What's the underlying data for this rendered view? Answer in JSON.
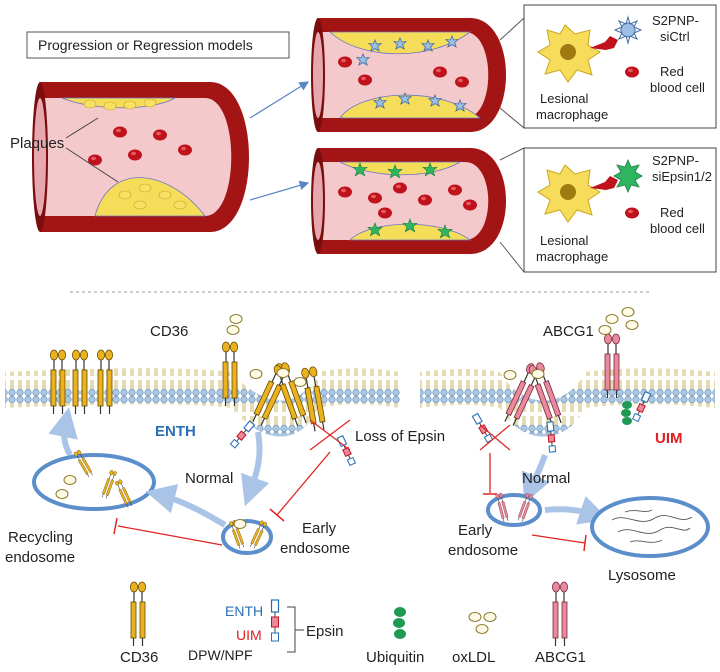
{
  "top": {
    "models_label": "Progression or Regression models",
    "plaques_label": "Plaques",
    "panel1": {
      "nanoparticle": "S2PNP-",
      "nanoparticle2": "siCtrl",
      "rbc1": "Red",
      "rbc2": "blood cell",
      "mac1": "Lesional",
      "mac2": "macrophage"
    },
    "panel2": {
      "nanoparticle": "S2PNP-",
      "nanoparticle2": "siEpsin1/2",
      "rbc1": "Red",
      "rbc2": "blood cell",
      "mac1": "Lesional",
      "mac2": "macrophage"
    }
  },
  "left": {
    "cd36": "CD36",
    "enth": "ENTH",
    "normal": "Normal",
    "loss": "Loss of Epsin",
    "early1": "Early",
    "early2": "endosome",
    "recycling1": "Recycling",
    "recycling2": "endosome"
  },
  "right": {
    "abcg1": "ABCG1",
    "uim": "UIM",
    "normal": "Normal",
    "early1": "Early",
    "early2": "endosome",
    "lysosome": "Lysosome"
  },
  "legend": {
    "cd36": "CD36",
    "enth": "ENTH",
    "uim": "UIM",
    "dpw": "DPW/NPF",
    "epsin": "Epsin",
    "ubiquitin": "Ubiquitin",
    "oxldl": "oxLDL",
    "abcg1": "ABCG1"
  },
  "colors": {
    "vessel": "#a31515",
    "lumen": "#f3c9cc",
    "plaque": "#f5dd5a",
    "rbc": "#c0121c",
    "membrane": "#c9c890",
    "head": "#a9c7e3",
    "cd36": "#e9b320",
    "abcg1": "#e8899d",
    "arrow_blue": "#a9c4e6",
    "inhibit_red": "#e02424",
    "ubiquitin": "#1f9a55",
    "enth_blue": "#2a6fb5",
    "uim_red": "#e02020"
  }
}
